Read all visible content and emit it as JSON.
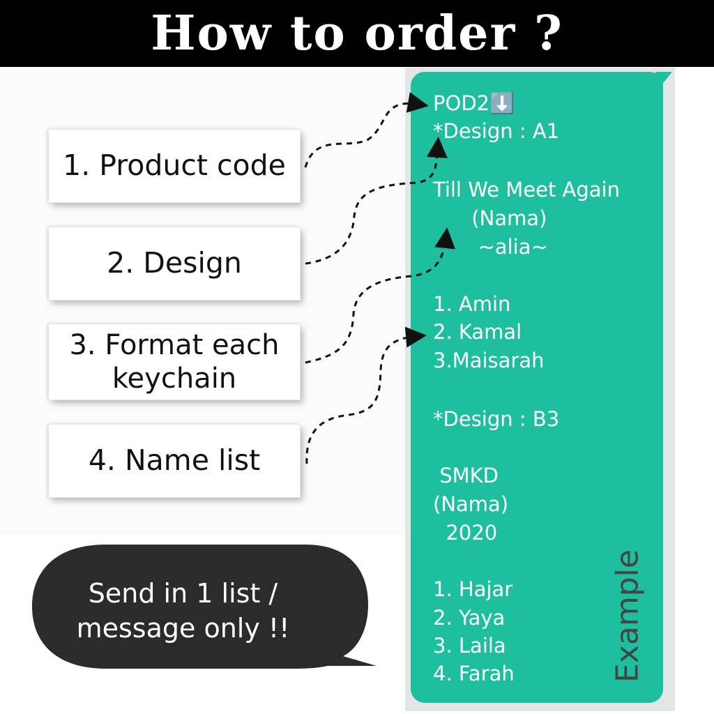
{
  "header": {
    "title": "How to order ?"
  },
  "steps": [
    {
      "label": "1. Product code"
    },
    {
      "label": "2. Design"
    },
    {
      "label": "3. Format each\nkeychain"
    },
    {
      "label": "4. Name list"
    }
  ],
  "callout": {
    "text": "Send in 1 list /\nmessage only !!"
  },
  "message": {
    "code_line": "POD2⬇️",
    "design_a": "*Design : A1",
    "format_a": "Till We Meet Again\n      (Nama)\n       ~alia~",
    "names_a": [
      "1. Amin",
      "2. Kamal",
      "3.Maisarah"
    ],
    "design_b": "*Design : B3",
    "format_b": " SMKD\n(Nama)\n  2020",
    "names_b": [
      "1. Hajar",
      "2. Yaya",
      "3. Laila",
      "4. Farah"
    ]
  },
  "example_label": "Example",
  "colors": {
    "header_bg": "#000000",
    "bubble": "#1dbf9f",
    "callout": "#2b2b2b"
  }
}
